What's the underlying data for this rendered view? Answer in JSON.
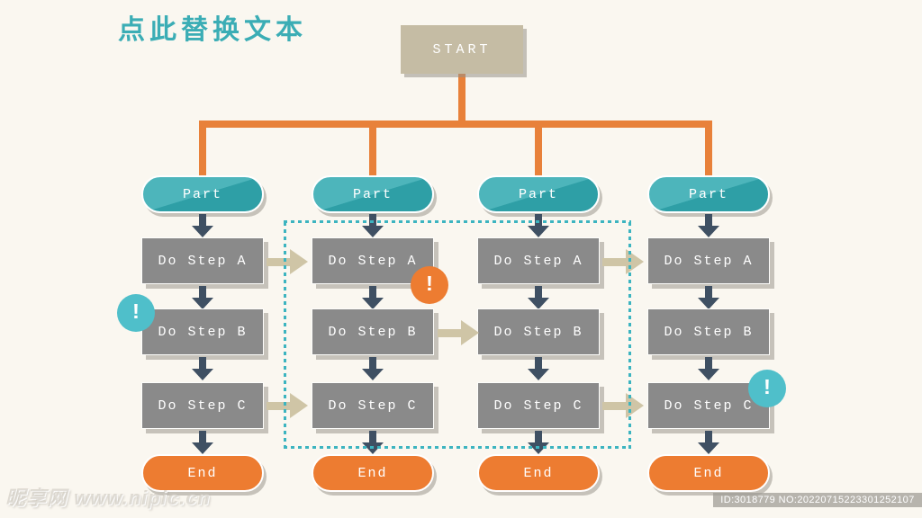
{
  "page": {
    "background_color": "#FAF7F0",
    "title": {
      "text": "点此替换文本",
      "color": "#3BADB5"
    }
  },
  "flowchart": {
    "start": {
      "label": "START",
      "fill_color": "#C5BCA4"
    },
    "connector_color": "#E8813A",
    "columns": [
      {
        "part_label": "Part",
        "steps": [
          "Do Step A",
          "Do Step B",
          "Do Step C"
        ],
        "end_label": "End"
      },
      {
        "part_label": "Part",
        "steps": [
          "Do Step A",
          "Do Step B",
          "Do Step C"
        ],
        "end_label": "End"
      },
      {
        "part_label": "Part",
        "steps": [
          "Do Step A",
          "Do Step B",
          "Do Step C"
        ],
        "end_label": "End"
      },
      {
        "part_label": "Part",
        "steps": [
          "Do Step A",
          "Do Step B",
          "Do Step C"
        ],
        "end_label": "End"
      }
    ],
    "alerts": [
      {
        "label": "!",
        "color": "#4FBFCA",
        "position": "left of column 1 Do Step B"
      },
      {
        "label": "!",
        "color": "#ED7C31",
        "position": "right of column 2 Do Step A"
      },
      {
        "label": "!",
        "color": "#4FBFCA",
        "position": "right of column 4 Do Step C"
      }
    ],
    "colors": {
      "part_fill": "#35A3AA",
      "step_fill": "#8A8A8A",
      "end_fill": "#ED7C31",
      "down_arrow": "#3F5063",
      "side_arrow": "#CFC5A6",
      "dashed_outline": "#3CB4C0"
    }
  },
  "watermark": {
    "site_text": "昵享网 www.nipic.cn",
    "id_text": "ID:3018779 NO:20220715223301252107"
  }
}
